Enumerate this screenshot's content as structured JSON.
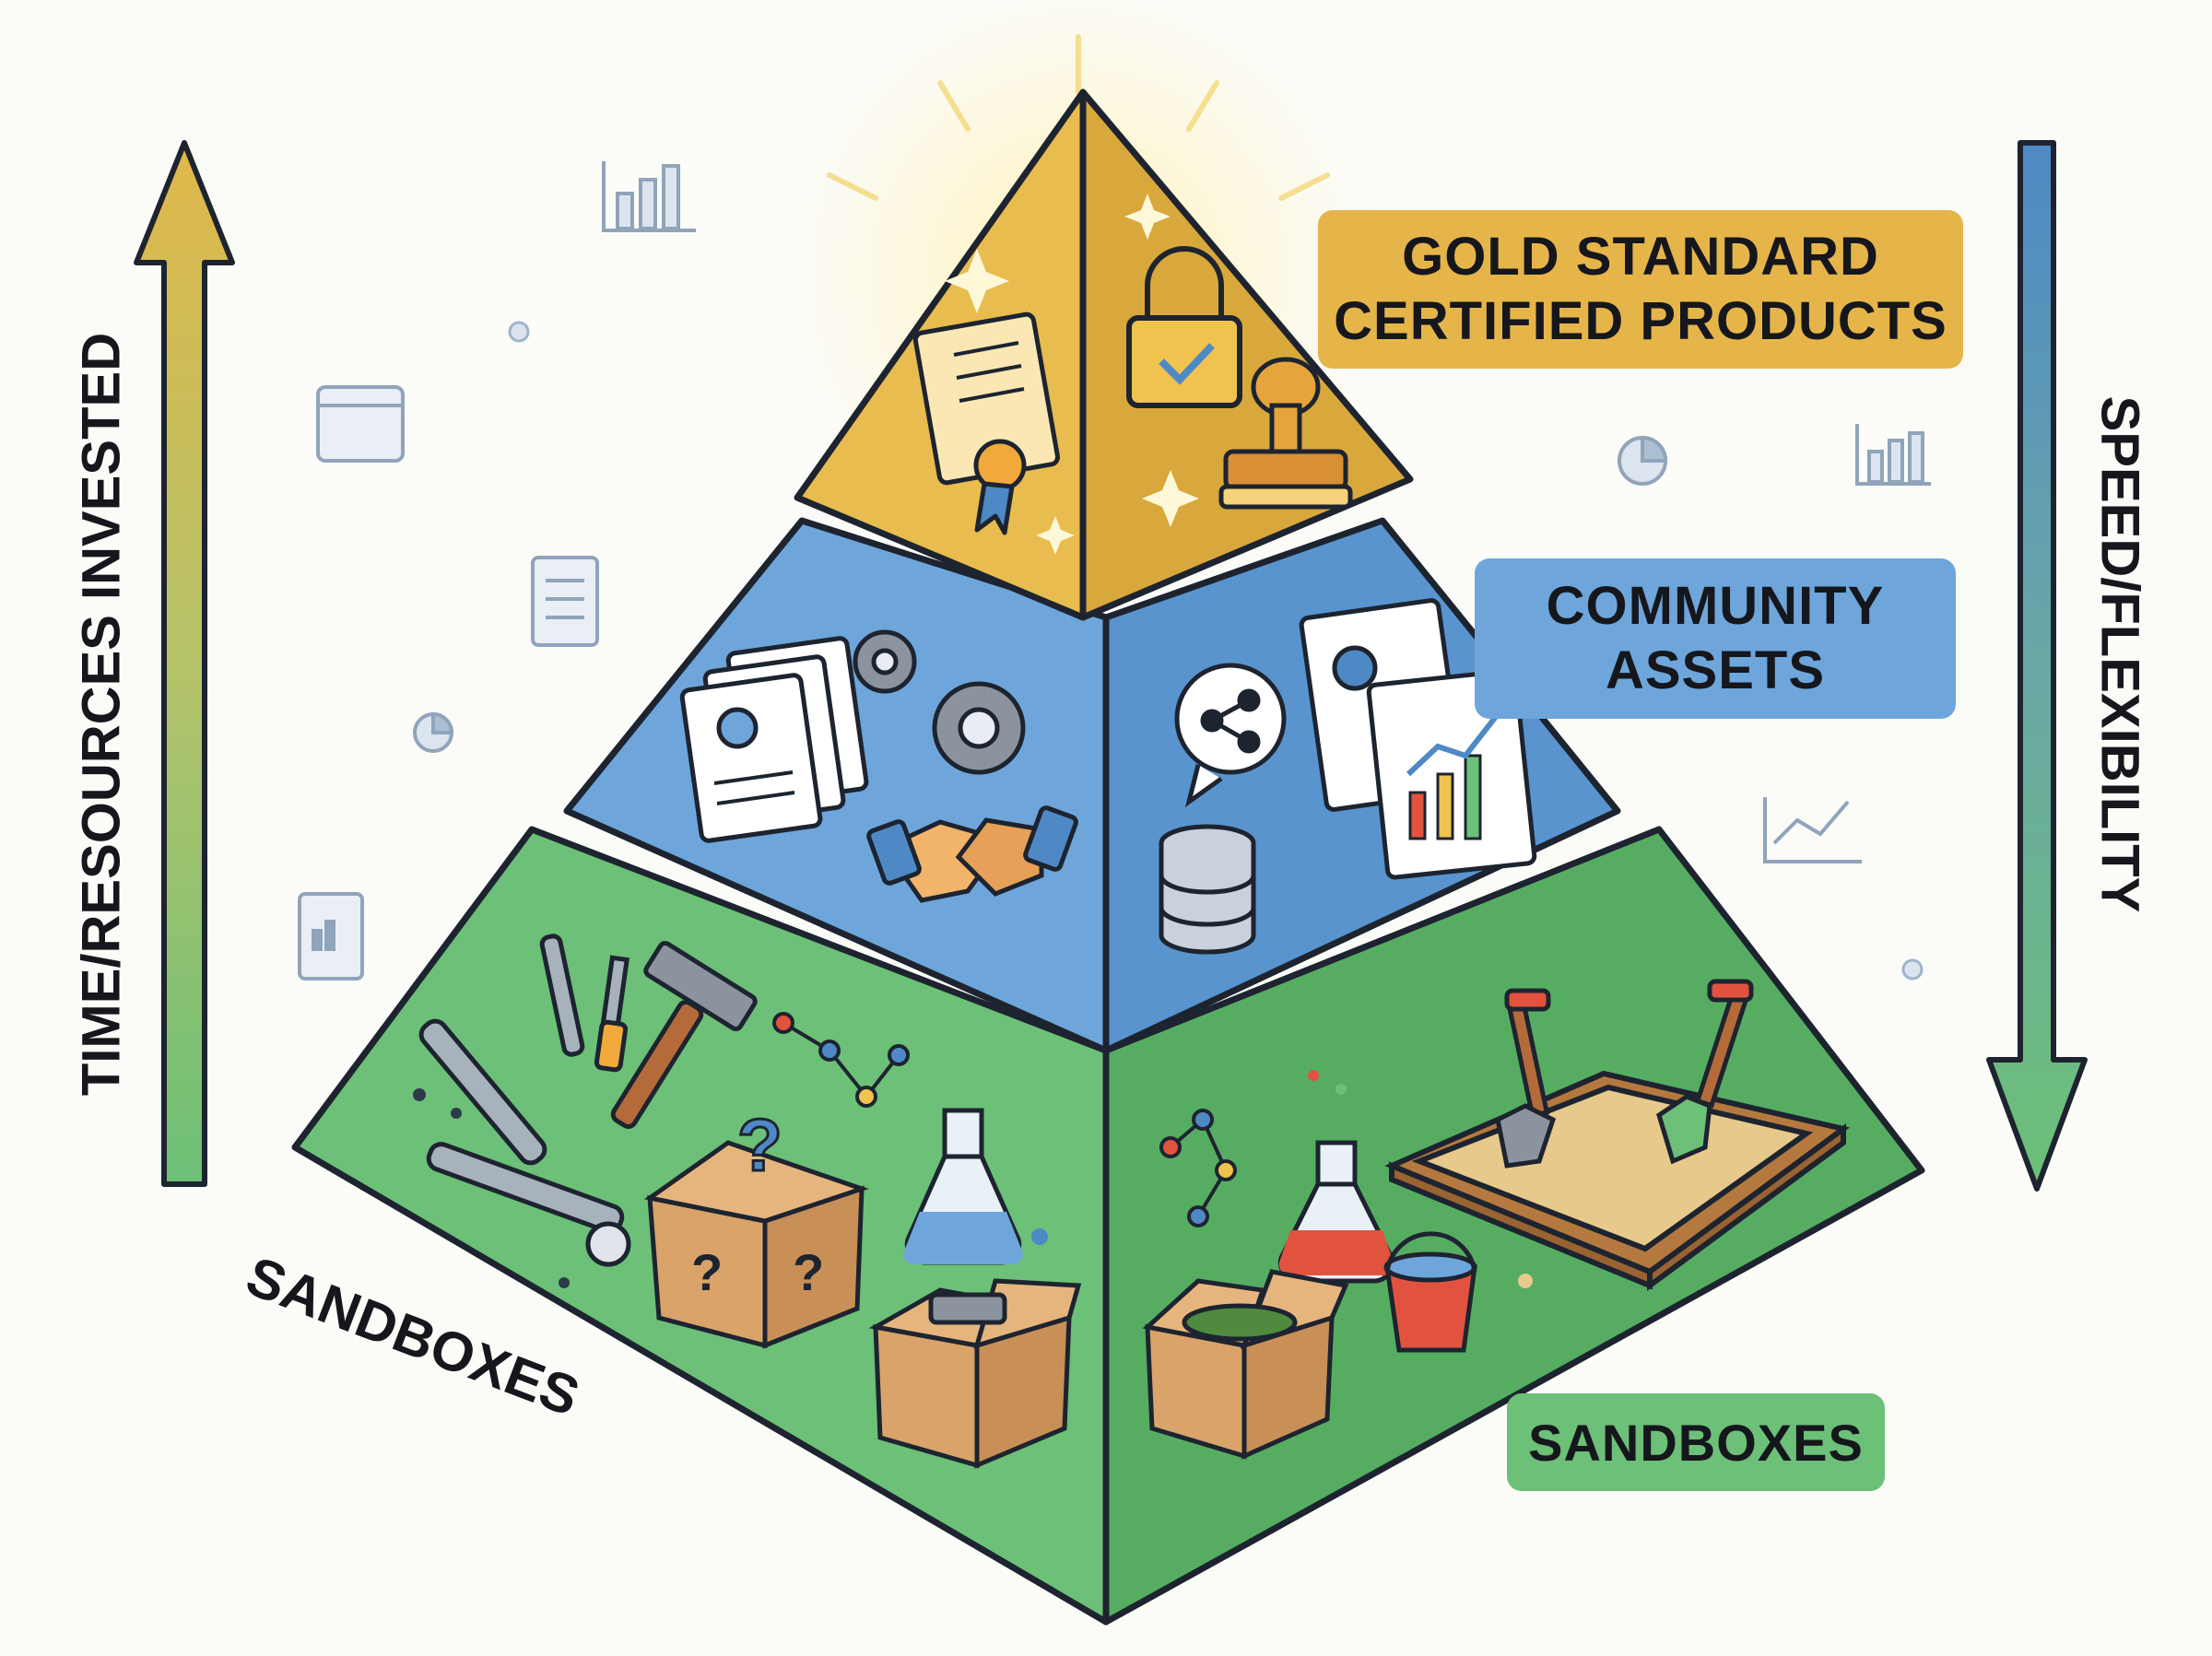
{
  "labels": {
    "gold_line1": "GOLD STANDARD",
    "gold_line2": "CERTIFIED PRODUCTS",
    "community_line1": "COMMUNITY",
    "community_line2": "ASSETS",
    "sandboxes_left": "SANDBOXES",
    "sandboxes_right": "SANDBOXES"
  },
  "axes": {
    "left": "TIME/RESOURCES INVESTED",
    "right": "SPEED/FLEXIBILITY"
  },
  "colors": {
    "gold": "#e6b54a",
    "gold_dark": "#d9a83c",
    "blue": "#6ea6db",
    "blue_dark": "#4f89c5",
    "green": "#6cc077",
    "green_dark": "#4fa85c",
    "outline": "#1d2430"
  },
  "icons": {
    "top_tier": [
      "certificate-scroll-icon",
      "padlock-check-icon",
      "stamp-icon",
      "sparkle-icon"
    ],
    "middle_tier": [
      "gear-documents-icon",
      "gear-icon",
      "handshake-icon",
      "share-icon",
      "database-icon",
      "report-chart-icon"
    ],
    "base_tier": [
      "wrench-icon",
      "screwdriver-icon",
      "hammer-icon",
      "mystery-box-icon",
      "flask-icon",
      "open-box-icon",
      "sandbox-icon",
      "shovel-icon",
      "bucket-icon",
      "molecule-icon"
    ],
    "background": [
      "bar-chart-icon",
      "browser-window-icon",
      "document-icon",
      "pie-chart-icon",
      "line-chart-icon"
    ]
  }
}
